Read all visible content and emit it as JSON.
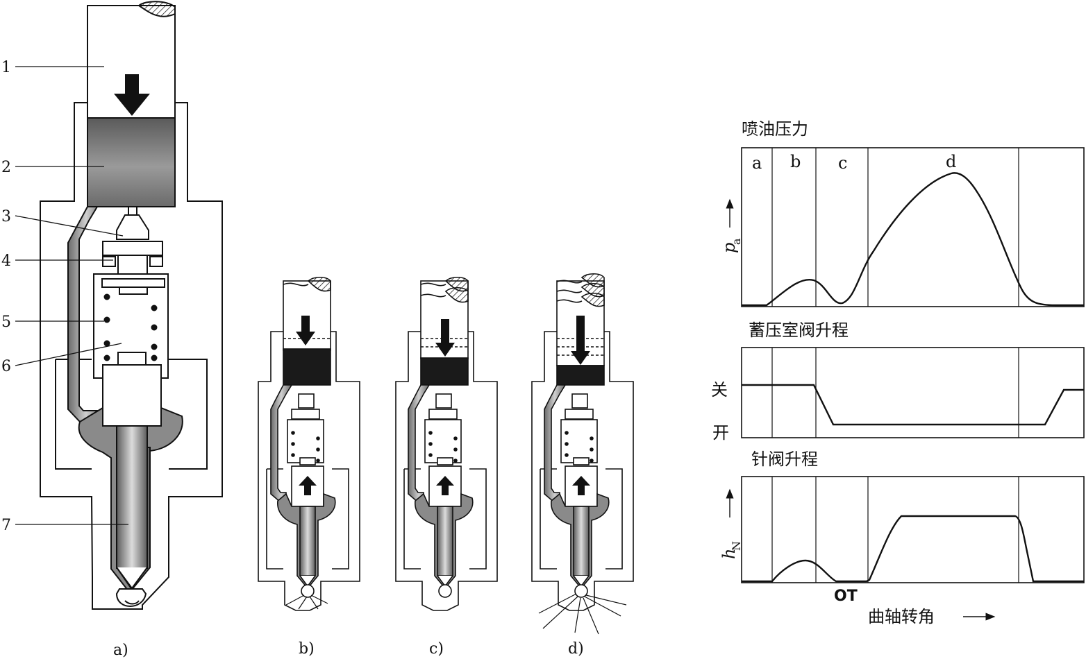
{
  "callouts": [
    "1",
    "2",
    "3",
    "4",
    "5",
    "6",
    "7"
  ],
  "subfigures": [
    "a)",
    "b)",
    "c)",
    "d)"
  ],
  "graph1": {
    "title": "喷油压力",
    "ylabel_main": "p",
    "ylabel_sub": "a",
    "phases": [
      "a",
      "b",
      "c",
      "d"
    ]
  },
  "graph2": {
    "title": "蓄压室阀升程",
    "label_closed": "关",
    "label_open": "开"
  },
  "graph3": {
    "title": "针阀升程",
    "ylabel_main": "h",
    "ylabel_sub": "N",
    "x_marker": "OT",
    "xlabel": "曲轴转角"
  },
  "colors": {
    "line": "#111111",
    "chamber_gray": "#8a8a8a",
    "chamber_dark": "#1a1a1a",
    "passage": "#9a9a9a"
  }
}
